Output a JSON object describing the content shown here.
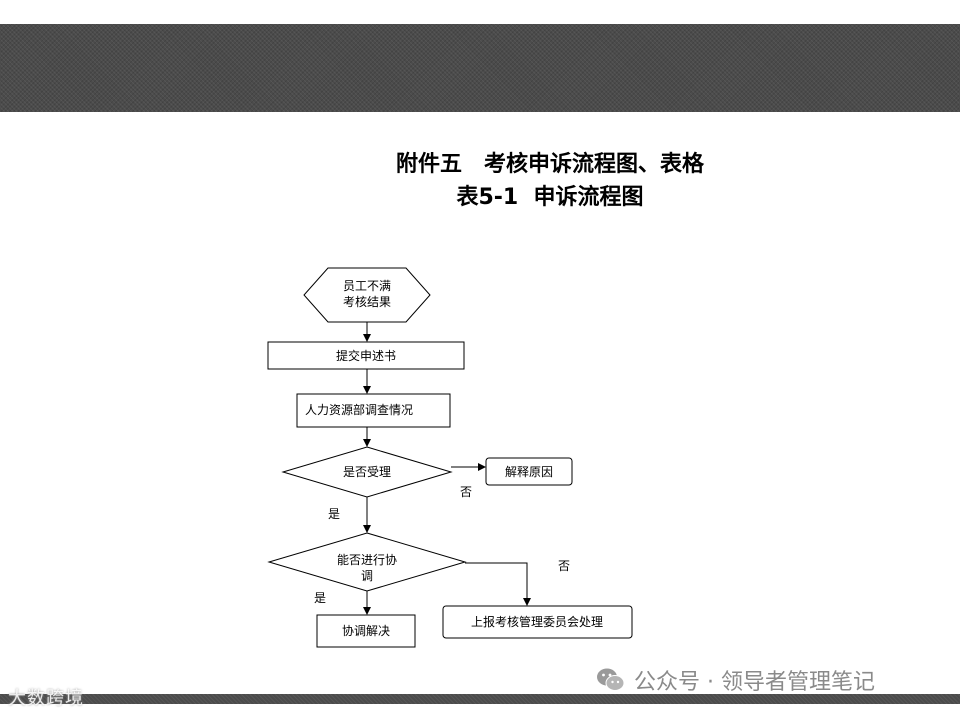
{
  "title": {
    "line1": "附件五　考核申诉流程图、表格",
    "line2": "表5-1  申诉流程图"
  },
  "flow": {
    "start": [
      "员工不满",
      "考核结果"
    ],
    "submit": "提交申述书",
    "investigate": "人力资源部调查情况",
    "decision_accept": "是否受理",
    "explain": "解释原因",
    "decision_mediate": [
      "能否进行协",
      "调"
    ],
    "resolve": "协调解决",
    "escalate": "上报考核管理委员会处理",
    "label_no_1": "否",
    "label_yes_1": "是",
    "label_no_2": "否",
    "label_yes_2": "是"
  },
  "footer": {
    "brand": "公众号 · 领导者管理笔记",
    "watermark": "大数跨境"
  },
  "colors": {
    "band": "#4b4b4b",
    "footer_text": "#8a8a8a"
  },
  "icons": [
    "wechat-icon"
  ]
}
